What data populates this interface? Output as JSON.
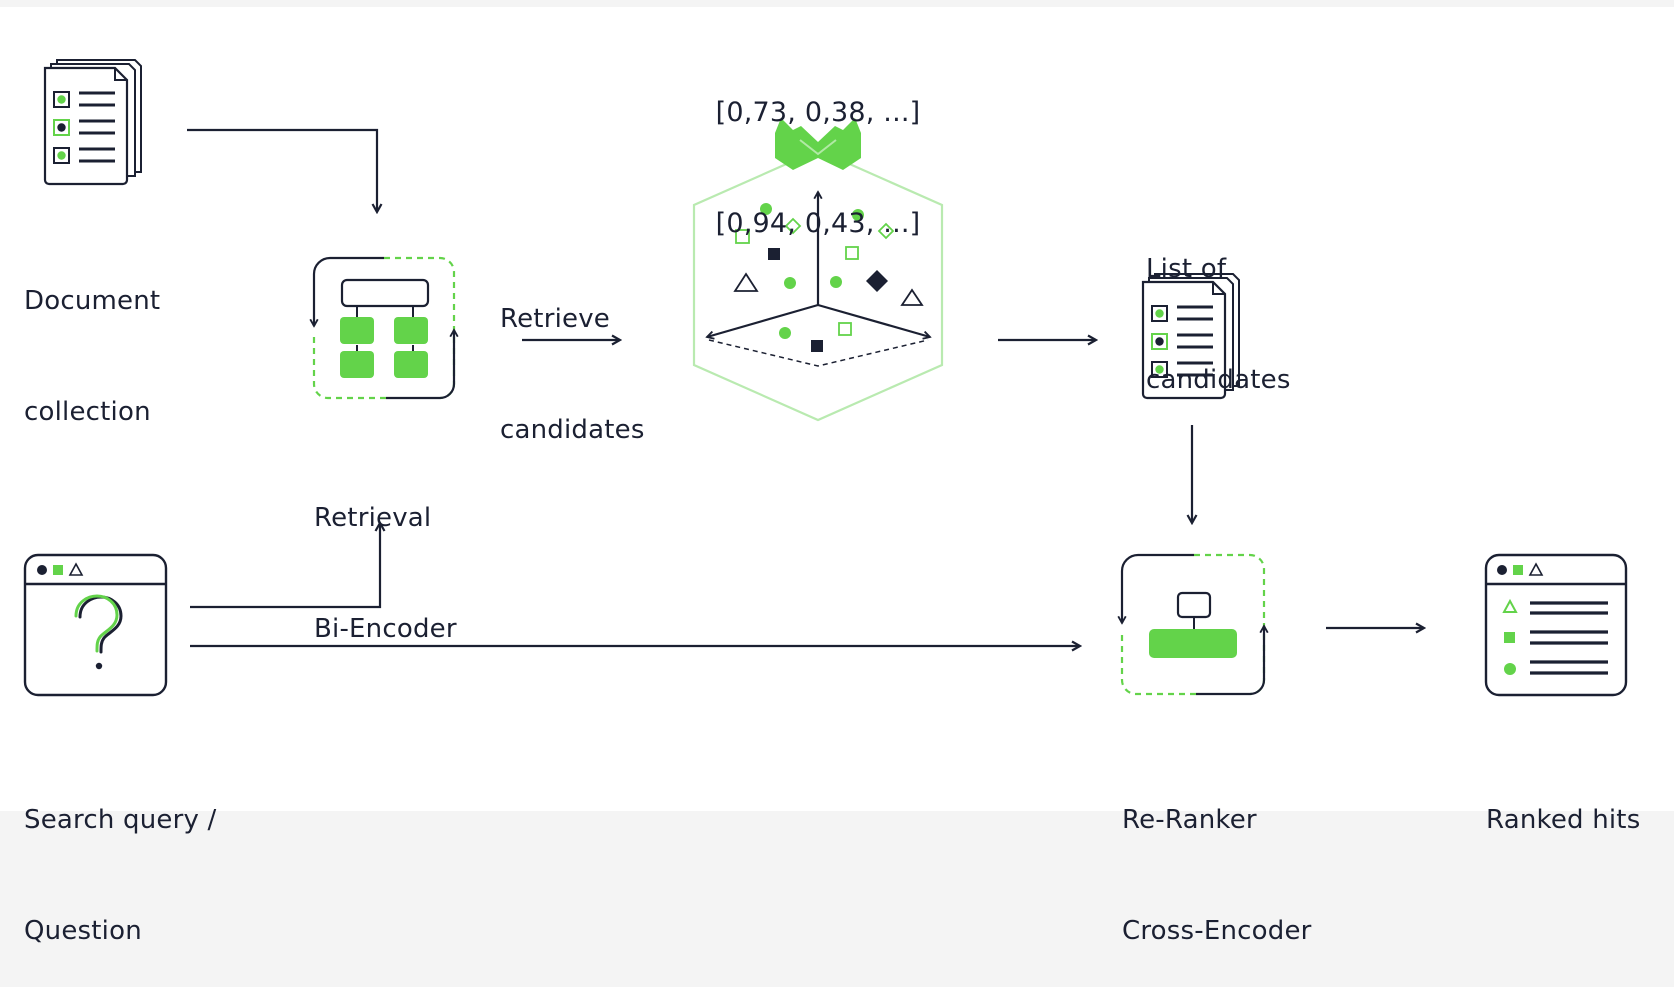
{
  "colors": {
    "ink": "#1b2032",
    "green": "#63d34a",
    "light_green": "#b9eab0",
    "canvas": "#ffffff",
    "background": "#f4f4f4"
  },
  "labels": {
    "document_collection": [
      "Document",
      "collection"
    ],
    "retrieve_candidates": [
      "Retrieve",
      "candidates"
    ],
    "vectors": [
      "[0,73, 0,38, ...]",
      "[0,94, 0,43, ...]"
    ],
    "list_of_candidates": [
      "List of",
      "candidates"
    ],
    "retrieval_bi_encoder": [
      "Retrieval",
      "Bi-Encoder"
    ],
    "search_query": [
      "Search query /",
      "Question"
    ],
    "re_ranker": [
      "Re-Ranker",
      "Cross-Encoder"
    ],
    "ranked_hits": [
      "Ranked hits"
    ]
  },
  "icons": {
    "document_stack": "document-stack-icon",
    "bi_encoder": "bi-encoder-model-icon",
    "vector_space": "vector-space-hexagon-icon",
    "weaviate_logo": "weaviate-logo",
    "search_window": "search-window-icon",
    "question_mark": "question-mark-icon",
    "cross_encoder": "cross-encoder-model-icon",
    "ranked_list": "ranked-list-window-icon"
  }
}
